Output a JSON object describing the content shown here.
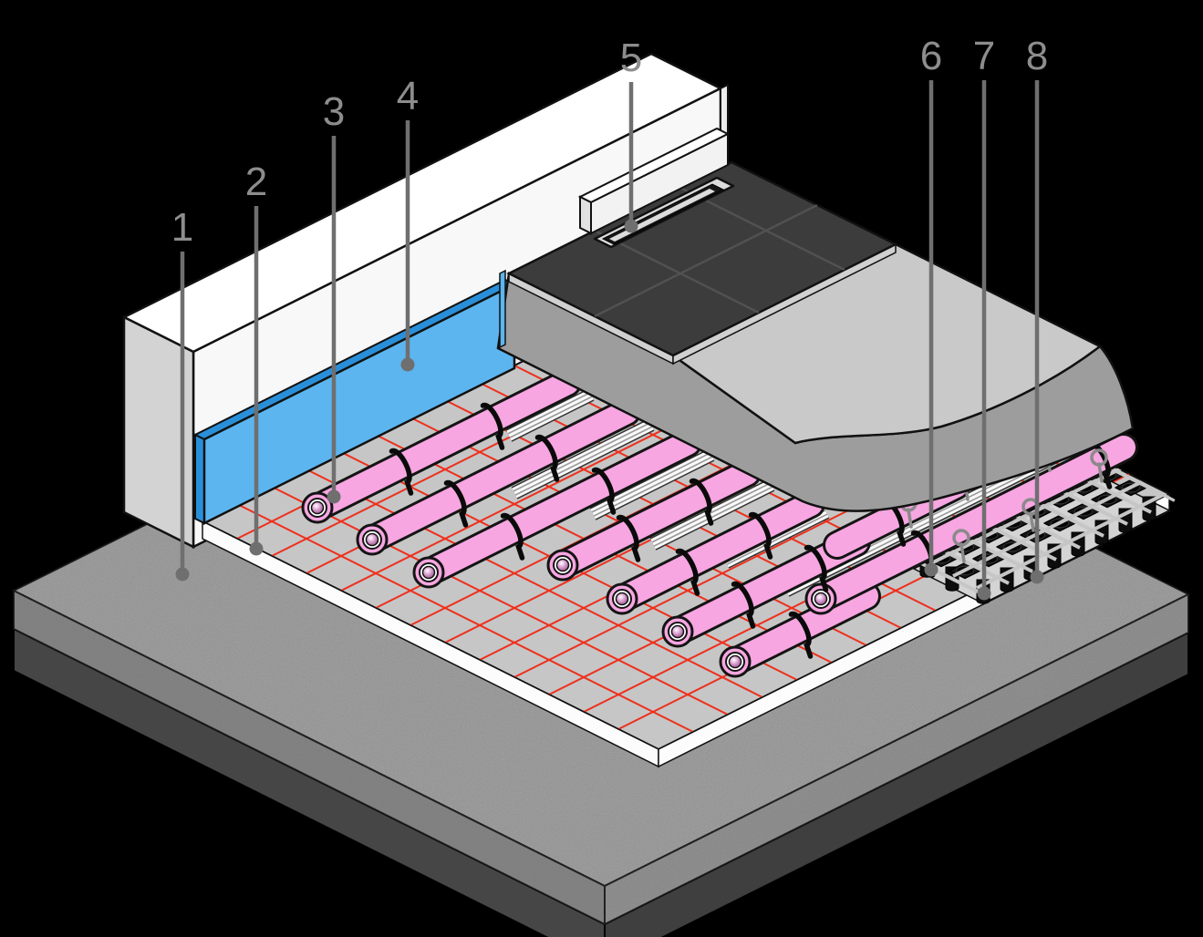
{
  "diagram": {
    "labels": [
      {
        "number": "1"
      },
      {
        "number": "2"
      },
      {
        "number": "3"
      },
      {
        "number": "4"
      },
      {
        "number": "5"
      },
      {
        "number": "6"
      },
      {
        "number": "7"
      },
      {
        "number": "8"
      }
    ],
    "colors": {
      "background": "#000000",
      "heating_pipe_pink": "#f7a6e1",
      "edge_strip_blue": "#5cb5ef",
      "grid_line_red": "#ef2f1d",
      "tile_dark_gray": "#3c3c3c",
      "screed_gray": "#9d9d9d",
      "insulation_white": "#fcfcfc",
      "concrete_gray": "#a3a3a3",
      "label_gray": "#8d8d8d"
    }
  }
}
